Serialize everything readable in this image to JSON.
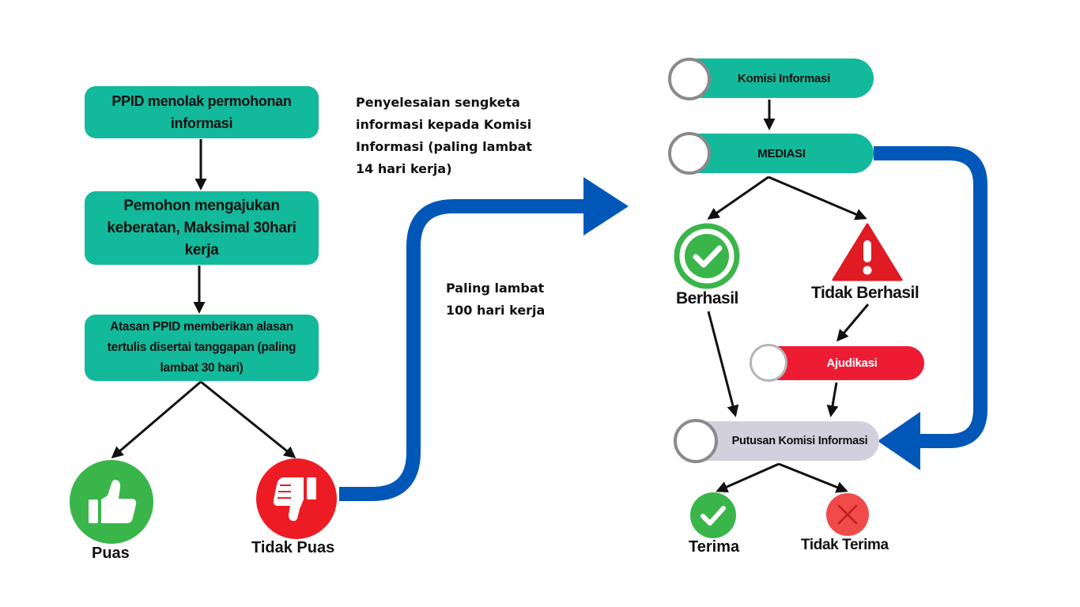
{
  "colors": {
    "teal": "#13b99b",
    "blue_arrow": "#0057b8",
    "green": "#3ab54a",
    "red": "#ed1c24",
    "grey_pill": "#d2d0dc"
  },
  "left_flow": {
    "step1": "PPID menolak permohonan informasi",
    "step2": "Pemohon mengajukan keberatan, Maksimal 30hari kerja",
    "step3": "Atasan PPID memberikan alasan tertulis disertai tanggapan (paling lambat 30 hari)",
    "outcome_satisfied": {
      "label": "Puas",
      "icon": "thumbs-up-icon"
    },
    "outcome_unsatisfied": {
      "label": "Tidak Puas",
      "icon": "thumbs-down-icon"
    }
  },
  "notes": {
    "dispute_note": "Penyelesaian  sengketa informasi kepada Komisi Informasi (paling lambat 14 hari kerja)",
    "deadline_note": "Paling lambat 100 hari kerja"
  },
  "right_flow": {
    "komisi": "Komisi Informasi",
    "mediasi": "MEDIASI",
    "berhasil": {
      "label": "Berhasil",
      "icon": "check-circle-icon"
    },
    "tidak_berhasil": {
      "label": "Tidak Berhasil",
      "icon": "warning-triangle-icon"
    },
    "ajudikasi": "Ajudikasi",
    "putusan": "Putusan Komisi Informasi",
    "terima": {
      "label": "Terima",
      "icon": "check-icon"
    },
    "tidak_terima": {
      "label": "Tidak Terima",
      "icon": "x-icon"
    }
  }
}
